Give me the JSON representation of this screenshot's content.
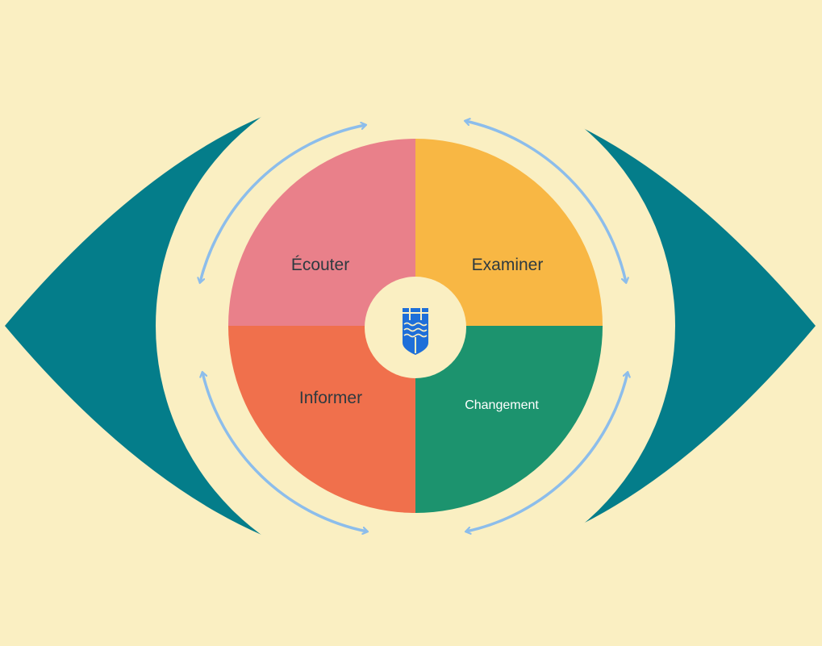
{
  "colors": {
    "background": "#FAEFC2",
    "eye": "#047D8A",
    "ring": "#FAEFC2",
    "arrow": "#8CBDEB",
    "hub": "#FAEFC2",
    "logo": "#1E6FD9",
    "label_text": "#2E3A40",
    "label_text_light": "#FFFFFF"
  },
  "quadrants": [
    {
      "id": "ecouter",
      "label": "Écouter",
      "color": "#E9808A"
    },
    {
      "id": "examiner",
      "label": "Examiner",
      "color": "#F8B744"
    },
    {
      "id": "changement",
      "label": "Changement",
      "color": "#1C936E"
    },
    {
      "id": "informer",
      "label": "Informer",
      "color": "#F0704C"
    }
  ],
  "center_icon": "shield-logo-icon"
}
